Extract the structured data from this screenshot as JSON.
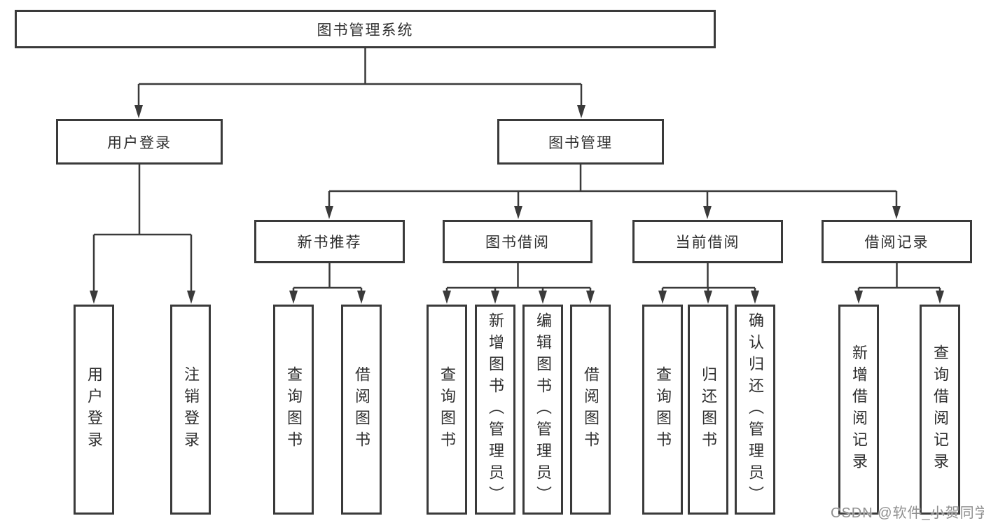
{
  "tree": {
    "root": {
      "label": "图书管理系统"
    },
    "branches": [
      {
        "label": "用户登录",
        "children": [
          {
            "label": "用户登录"
          },
          {
            "label": "注销登录"
          }
        ]
      },
      {
        "label": "图书管理",
        "children": [
          {
            "label": "新书推荐",
            "children": [
              {
                "label": "查询图书"
              },
              {
                "label": "借阅图书"
              }
            ]
          },
          {
            "label": "图书借阅",
            "children": [
              {
                "label": "查询图书"
              },
              {
                "label": "新增图书（管理员）"
              },
              {
                "label": "编辑图书（管理员）"
              },
              {
                "label": "借阅图书"
              }
            ]
          },
          {
            "label": "当前借阅",
            "children": [
              {
                "label": "查询图书"
              },
              {
                "label": "归还图书"
              },
              {
                "label": "确认归还（管理员）"
              }
            ]
          },
          {
            "label": "借阅记录",
            "children": [
              {
                "label": "新增借阅记录"
              },
              {
                "label": "查询借阅记录"
              }
            ]
          }
        ]
      }
    ]
  },
  "watermark": {
    "text": "CSDN @软件_小贺同学"
  },
  "colors": {
    "line": "#3a3a3a",
    "box_border": "#3a3a3a",
    "text": "#2f2f2f",
    "watermark": "#8f8f8f",
    "background": "#ffffff"
  }
}
